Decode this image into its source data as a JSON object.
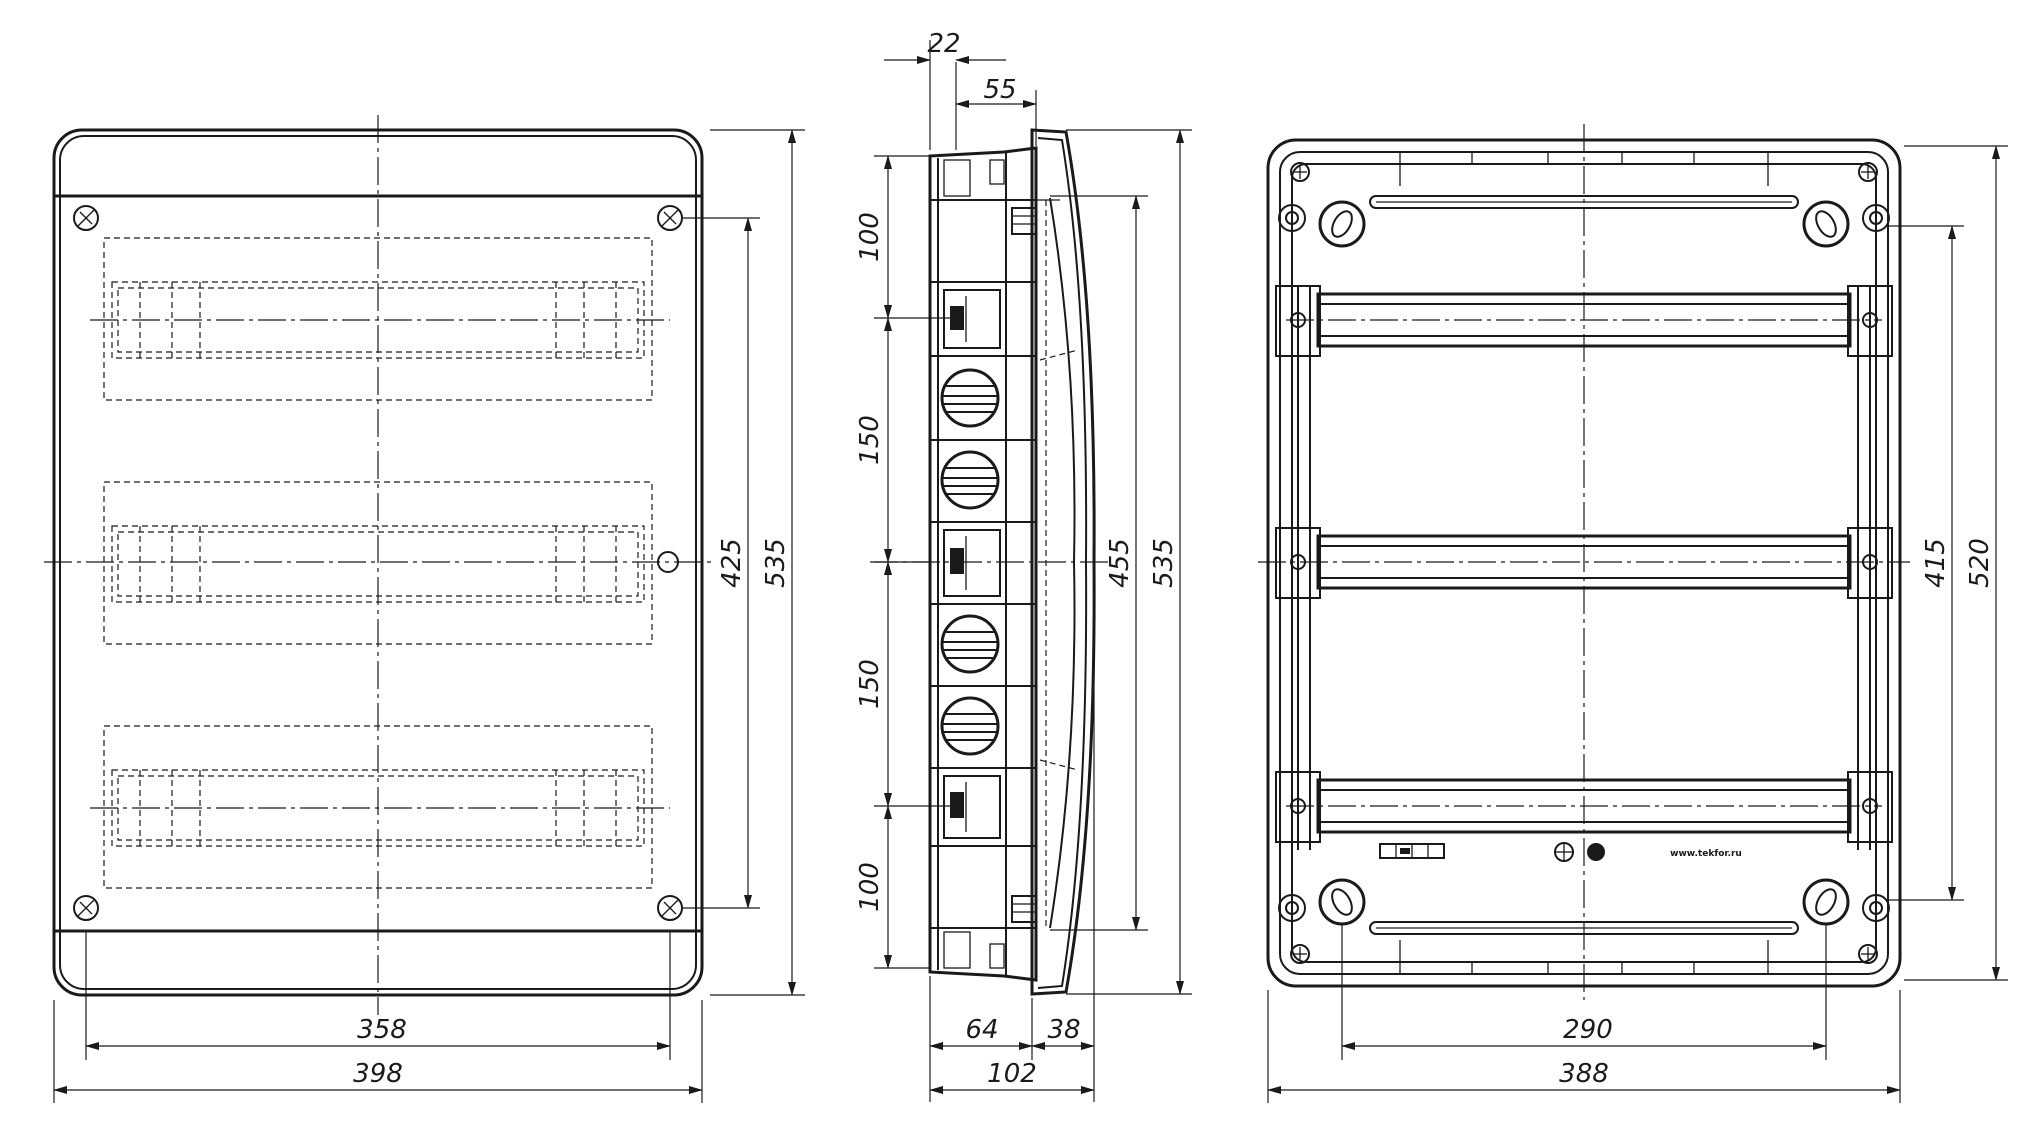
{
  "front_view": {
    "width_outer": "398",
    "width_inner": "358",
    "height_inner": "425",
    "height_outer": "535"
  },
  "side_view": {
    "dim_top_22": "22",
    "dim_top_55": "55",
    "dim_100_top": "100",
    "dim_150_a": "150",
    "dim_150_b": "150",
    "dim_100_bottom": "100",
    "dim_455": "455",
    "dim_535": "535",
    "dim_64": "64",
    "dim_38": "38",
    "dim_102": "102"
  },
  "back_view": {
    "width_outer": "388",
    "width_inner": "290",
    "height_inner": "415",
    "height_outer": "520",
    "website": "www.tekfor.ru"
  }
}
